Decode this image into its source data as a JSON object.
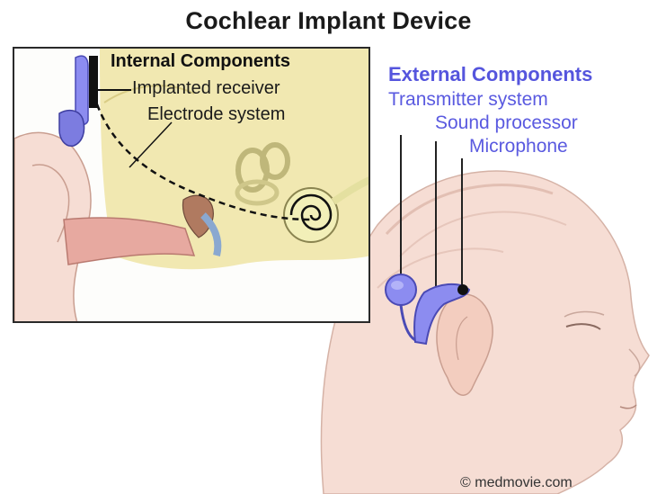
{
  "title": "Cochlear Implant Device",
  "internal": {
    "heading": "Internal Components",
    "items": [
      "Implanted receiver",
      "Electrode system"
    ]
  },
  "external": {
    "heading": "External Components",
    "items": [
      "Transmitter system",
      "Sound processor",
      "Microphone"
    ]
  },
  "copyright": "© medmovie.com",
  "colors": {
    "external_label": "#5a5ae0",
    "device": "#8c8cf0",
    "skin": "#f6ddd4",
    "bone": "#efe6a8"
  }
}
